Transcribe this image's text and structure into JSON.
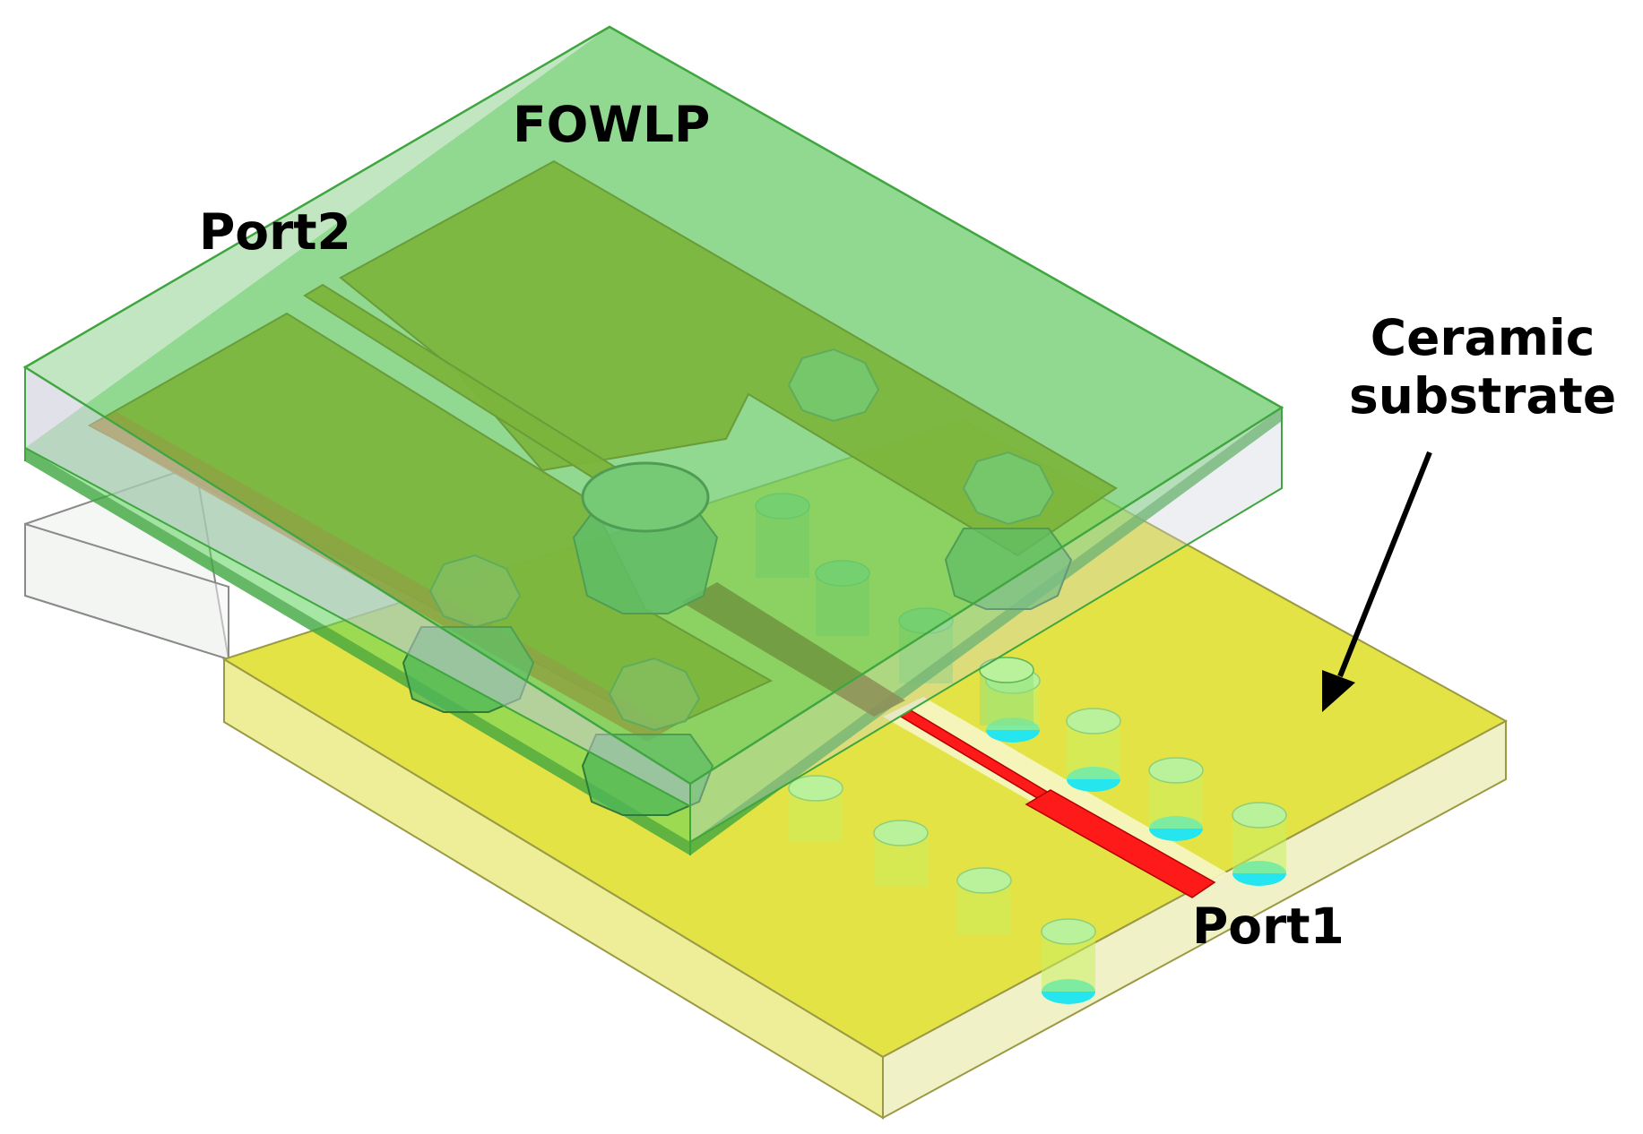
{
  "labels": {
    "fowlp": "FOWLP",
    "port2": "Port2",
    "ceramic_line1": "Ceramic",
    "ceramic_line2": "substrate",
    "port1": "Port1"
  },
  "colors": {
    "ceramic_top": "#e3e23c",
    "ceramic_face": "#ecec8e",
    "fowlp_green": "#5fd35b",
    "fowlp_edge": "#3fa63f",
    "metal_olive": "#7fa60a",
    "feed_line": "#ff1a1a",
    "via_cyan": "#25e6ee",
    "bump_green": "#4db55a",
    "arrow": "#000000"
  }
}
